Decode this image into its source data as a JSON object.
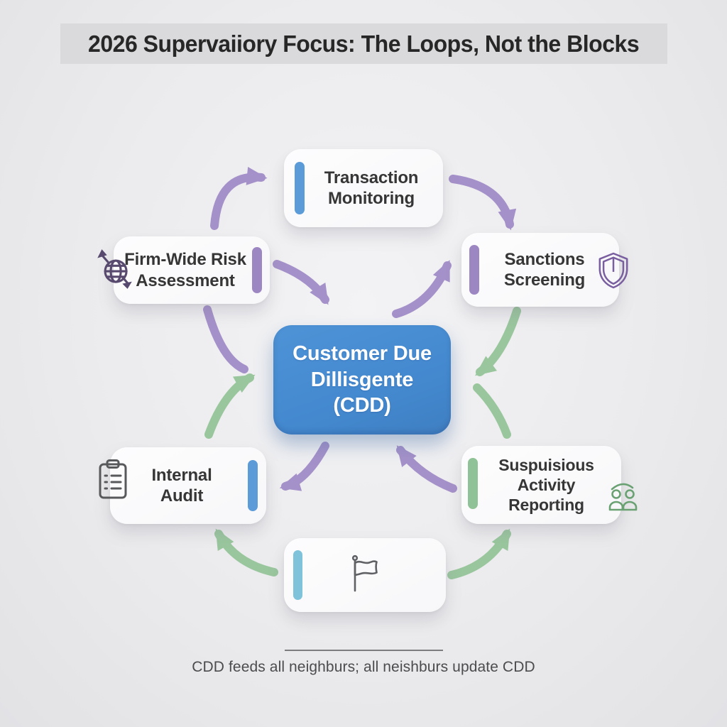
{
  "title": "2026 Supervaiiory Focus: The Loops, Not the Blocks",
  "center_node": {
    "line1": "Customer Due",
    "line2": "Dillisgente",
    "line3": "(CDD)"
  },
  "nodes": {
    "transaction_monitoring": {
      "line1": "Transaction",
      "line2": "Monitoring",
      "accent": "#5b9bd8"
    },
    "firm_wide_risk_assessment": {
      "line1": "Firm-Wide Risk",
      "line2": "Assessment",
      "accent": "#9d87c2",
      "icon": "globe-sync-icon"
    },
    "sanctions_screening": {
      "line1": "Sanctions",
      "line2": "Screening",
      "accent": "#9d87c2",
      "icon": "shield-icon"
    },
    "internal_audit": {
      "line1": "Internal",
      "line2": "Audit",
      "accent": "#5b9bd8",
      "icon": "clipboard-checklist-icon"
    },
    "suspicious_activity_reporting": {
      "line1": "Suspuisious Activity",
      "line2": "Reporting",
      "accent": "#8fc296",
      "icon": "people-group-icon"
    },
    "flag": {
      "accent": "#7fc3da",
      "icon": "flag-icon"
    }
  },
  "caption": "CDD feeds all neighburs; all neishburs update CDD",
  "colors": {
    "background": "#ebebed",
    "banner": "#dadadc",
    "center_box_blue": "#4489cf",
    "arrow_purple": "#a591c9",
    "arrow_green": "#9ac69e",
    "accent_blue": "#5b9bd8",
    "accent_purple": "#9d87c2",
    "accent_green": "#8fc296",
    "accent_teal": "#7fc3da",
    "node_text": "#363636",
    "caption_text": "#4c4c4e"
  }
}
